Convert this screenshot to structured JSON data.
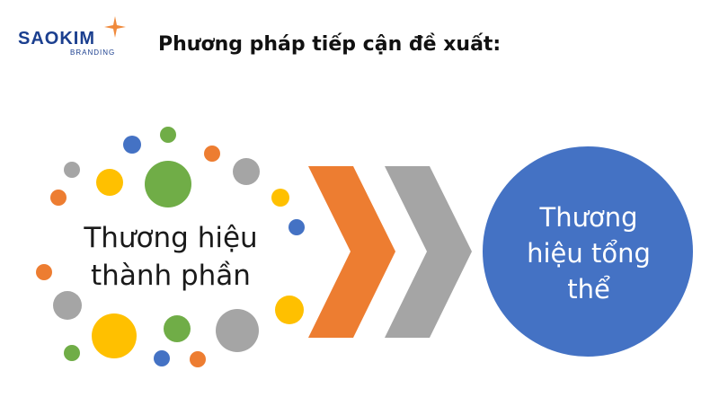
{
  "logo": {
    "wordmark": "SAOKIM",
    "subtitle": "BRANDING",
    "color": "#1b3f8f",
    "star_color": "#f08a3c",
    "star_icon": "sparkle-star-icon"
  },
  "heading": "Phương pháp tiếp cận đề xuất:",
  "left_label": {
    "line1": "Thương hiệu",
    "line2": "thành phần"
  },
  "right_label": {
    "line1": "Thương",
    "line2": "hiệu tổng",
    "line3": "thể"
  },
  "colors": {
    "orange": "#ed7d31",
    "gray": "#a5a5a5",
    "blue": "#4472c4",
    "green": "#70ad47",
    "yellow": "#ffc000"
  },
  "arrow_icons": [
    "orange-chevron-icon",
    "gray-chevron-icon"
  ]
}
